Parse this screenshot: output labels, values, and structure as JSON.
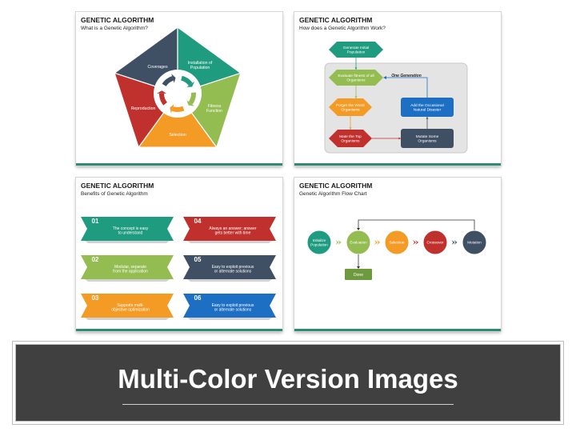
{
  "slides": [
    {
      "title": "GENETIC ALGORITHM",
      "subtitle": "What is a Genetic Algorithm?",
      "segments": [
        {
          "label": "Coverages",
          "color": "#3f5065"
        },
        {
          "label": "Installation of\nPopulation",
          "color": "#1f9c7f"
        },
        {
          "label": "Fitness\nFunction",
          "color": "#93bd50"
        },
        {
          "label": "Selection",
          "color": "#f49b26"
        },
        {
          "label": "Reproduction",
          "color": "#c0312d"
        }
      ]
    },
    {
      "title": "GENETIC ALGORITHM",
      "subtitle": "How does a Genetic Algorithm Work?",
      "loop_label": "One Generation",
      "steps": [
        {
          "label": "Generate Initial\nPopulation",
          "color": "#1f9c7f"
        },
        {
          "label": "Evaluate fitness of all\nOrganisms",
          "color": "#93bd50"
        },
        {
          "label": "Forget the Worst\nOrganisms",
          "color": "#f49b26"
        },
        {
          "label": "Mate the Top\nOrganisms",
          "color": "#c0312d"
        },
        {
          "label": "Mutate Some\nOrganisms",
          "color": "#3f5065"
        },
        {
          "label": "Add the Occasional\nNatural Disaster",
          "color": "#1c6fc2"
        }
      ]
    },
    {
      "title": "GENETIC ALGORITHM",
      "subtitle": "Benefits of Genetic Algorithm",
      "benefits": [
        {
          "num": "01",
          "text": "The concept is easy\nto understand",
          "color": "#1f9c7f"
        },
        {
          "num": "02",
          "text": "Modular, separate\nfrom the application",
          "color": "#93bd50"
        },
        {
          "num": "03",
          "text": "Supports multi-\nobjective optimization",
          "color": "#f49b26"
        },
        {
          "num": "04",
          "text": "Always an answer; answer\ngets better with time",
          "color": "#c0312d"
        },
        {
          "num": "05",
          "text": "Easy to exploit previous\nor alternate solutions",
          "color": "#3f5065"
        },
        {
          "num": "06",
          "text": "Easy to exploit previous\nor alternate solutions",
          "color": "#1c6fc2"
        }
      ]
    },
    {
      "title": "GENETIC ALGORITHM",
      "subtitle": "Genetic Algorithm Flow Chart",
      "nodes": [
        {
          "label": "Initialize\nPopulation",
          "color": "#1f9c7f"
        },
        {
          "label": "Evaluation",
          "color": "#93bd50"
        },
        {
          "label": "Selection",
          "color": "#f49b26"
        },
        {
          "label": "Crossover",
          "color": "#c0312d"
        },
        {
          "label": "Mutation",
          "color": "#3f5065"
        }
      ],
      "done_label": "Done",
      "done_color": "#6e9a3e"
    }
  ],
  "banner": {
    "title": "Multi-Color Version Images"
  }
}
